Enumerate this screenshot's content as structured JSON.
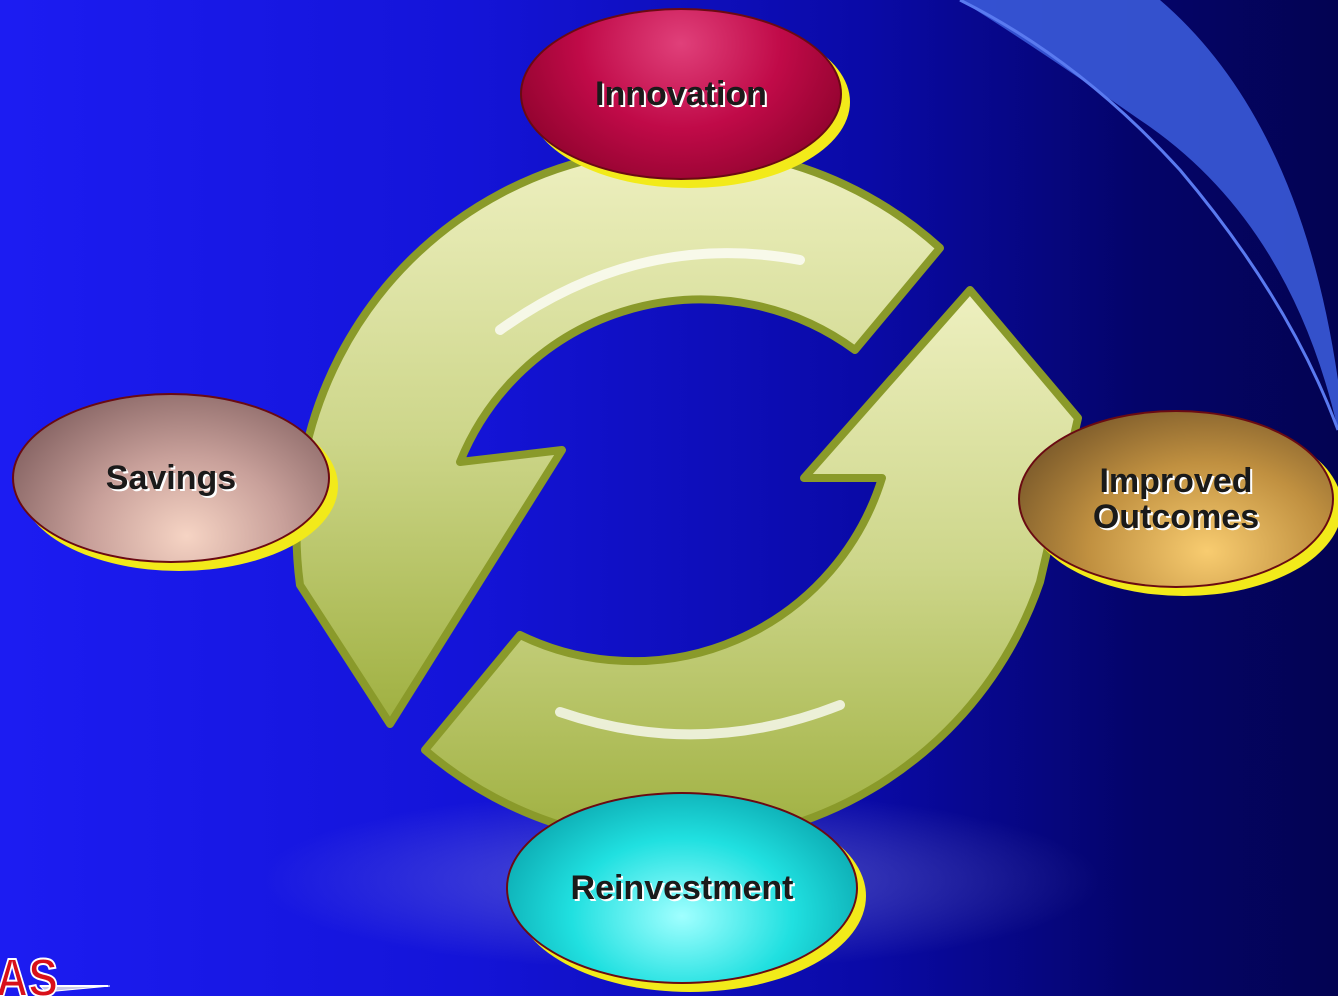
{
  "slide": {
    "background_colors": [
      "#1c1cf2",
      "#04046a"
    ],
    "accent_color": "#f2ea1a"
  },
  "diagram": {
    "type": "cycle",
    "arrow_color": "#c6d27a",
    "nodes": [
      {
        "id": "innovation",
        "label": "Innovation",
        "color": "#c00a48"
      },
      {
        "id": "improved-outcomes",
        "label": "Improved\nOutcomes",
        "color": "#c09040"
      },
      {
        "id": "reinvestment",
        "label": "Reinvestment",
        "color": "#20e0e0"
      },
      {
        "id": "savings",
        "label": "Savings",
        "color": "#c8a09a"
      }
    ]
  },
  "logo": {
    "text": "AS",
    "icon": "logo-icon"
  }
}
